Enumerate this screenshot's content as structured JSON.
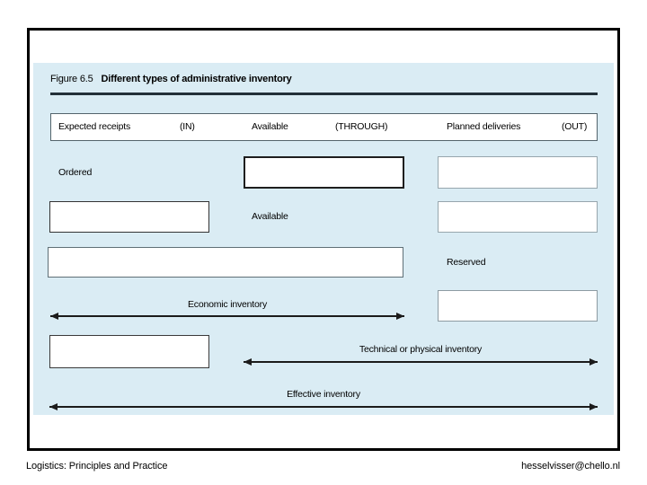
{
  "figure": {
    "label": "Figure 6.5",
    "title": "Different types of administrative inventory"
  },
  "header": {
    "items": [
      {
        "label": "Expected receipts"
      },
      {
        "label": "(IN)"
      },
      {
        "label": "Available"
      },
      {
        "label": "(THROUGH)"
      },
      {
        "label": "Planned deliveries"
      },
      {
        "label": "(OUT)"
      }
    ]
  },
  "diagram": {
    "row_labels": {
      "ordered": "Ordered",
      "available": "Available",
      "reserved": "Reserved"
    },
    "span_labels": {
      "economic": "Economic inventory",
      "technical": "Technical or physical inventory",
      "effective": "Effective inventory"
    },
    "empty_boxes_count": 7
  },
  "footer": {
    "left": "Logistics: Principles and Practice",
    "right": "hesselvisser@chello.nl"
  },
  "colors": {
    "figure_background": "#daecf4",
    "frame_border": "#000000",
    "title_rule": "#223039",
    "arrow": "#1b1b1b",
    "text": "#000000",
    "box_fill": "#ffffff"
  }
}
